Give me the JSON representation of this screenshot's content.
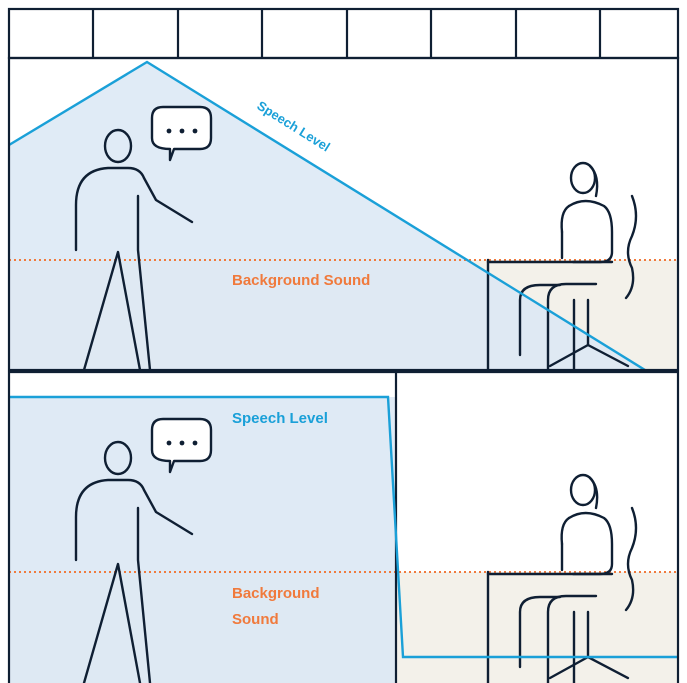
{
  "colors": {
    "outline": "#0f1f33",
    "speech": "#1aa0d8",
    "speech_fill": "#dbe8f4",
    "background_fill": "#f3f1ea",
    "background_line": "#f07a3c"
  },
  "top_panel": {
    "speech_label": "Speech Level",
    "background_label": "Background Sound"
  },
  "bottom_panel": {
    "speech_label": "Speech Level",
    "background_label_line1": "Background",
    "background_label_line2": "Sound"
  },
  "icons": [
    "ceiling-tiles",
    "standing-speaker",
    "speech-bubble-icon",
    "seated-listener",
    "desk",
    "chair"
  ]
}
